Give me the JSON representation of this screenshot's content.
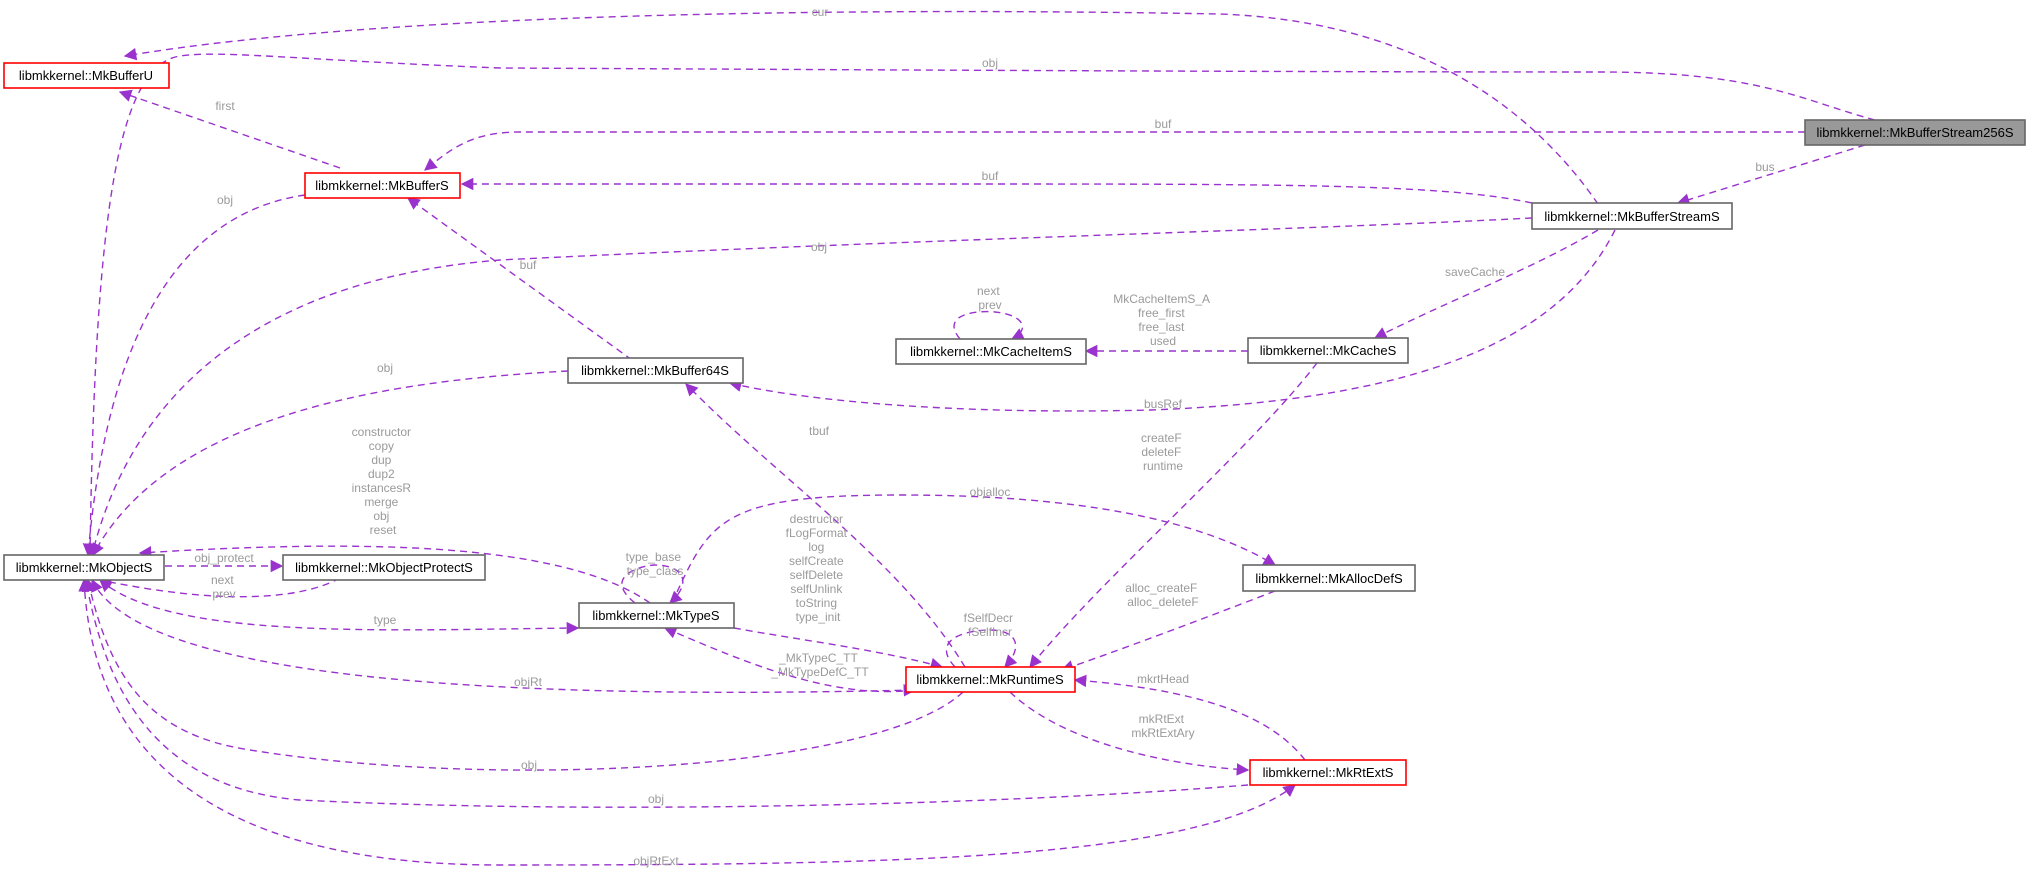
{
  "nodes": {
    "MkBufferU": {
      "label": "libmkkernel::MkBufferU",
      "style": "error"
    },
    "MkBufferS": {
      "label": "libmkkernel::MkBufferS",
      "style": "error"
    },
    "MkObjectS": {
      "label": "libmkkernel::MkObjectS",
      "style": "normal"
    },
    "MkObjectProtectS": {
      "label": "libmkkernel::MkObjectProtectS",
      "style": "normal"
    },
    "MkTypeS": {
      "label": "libmkkernel::MkTypeS",
      "style": "normal"
    },
    "MkBuffer64S": {
      "label": "libmkkernel::MkBuffer64S",
      "style": "normal"
    },
    "MkCacheItemS": {
      "label": "libmkkernel::MkCacheItemS",
      "style": "normal"
    },
    "MkCacheS": {
      "label": "libmkkernel::MkCacheS",
      "style": "normal"
    },
    "MkBufferStreamS": {
      "label": "libmkkernel::MkBufferStreamS",
      "style": "normal"
    },
    "MkBufferStream256S": {
      "label": "libmkkernel::MkBufferStream256S",
      "style": "focus"
    },
    "MkAllocDefS": {
      "label": "libmkkernel::MkAllocDefS",
      "style": "normal"
    },
    "MkRuntimeS": {
      "label": "libmkkernel::MkRuntimeS",
      "style": "error"
    },
    "MkRtExtS": {
      "label": "libmkkernel::MkRtExtS",
      "style": "error"
    }
  },
  "edge_labels": {
    "cur": [
      "cur"
    ],
    "obj_top": [
      "obj"
    ],
    "first": [
      "first"
    ],
    "buf_top": [
      "buf"
    ],
    "bus": [
      "bus"
    ],
    "obj_bufs": [
      "obj"
    ],
    "buf_stream": [
      "buf"
    ],
    "obj_stream": [
      "obj"
    ],
    "buf_64": [
      "buf"
    ],
    "next_prev_cache": [
      "next",
      "prev"
    ],
    "cacheitem_list": [
      "MkCacheItemS_A",
      "free_first",
      "free_last",
      "used"
    ],
    "savecache": [
      "saveCache"
    ],
    "obj_64": [
      "obj"
    ],
    "busref": [
      "busRef"
    ],
    "tbuf": [
      "tbuf"
    ],
    "createF": [
      "createF",
      "deleteF",
      "runtime"
    ],
    "objalloc": [
      "objalloc"
    ],
    "type_funcs": [
      "constructor",
      "copy",
      "dup",
      "dup2",
      "instancesR",
      "merge",
      "obj",
      "reset"
    ],
    "rt_funcs": [
      "destructor",
      "fLogFormat",
      "log",
      "selfCreate",
      "selfDelete",
      "selfUnlink",
      "toString",
      "type_init"
    ],
    "type_base": [
      "type_base",
      "type_class"
    ],
    "obj_protect": [
      "obj_protect"
    ],
    "next_prev_obj": [
      "next",
      "prev"
    ],
    "type": [
      "type"
    ],
    "fSelf": [
      "fSelfDecr",
      "fSelfIncr"
    ],
    "alloc": [
      "alloc_createF",
      "alloc_deleteF"
    ],
    "mktypec": [
      "_MkTypeC_TT",
      "_MkTypeDefC_TT"
    ],
    "objRt": [
      "objRt"
    ],
    "mkrthead": [
      "mkrtHead"
    ],
    "mkrtext": [
      "mkRtExt",
      "mkRtExtAry"
    ],
    "obj_rt": [
      "obj"
    ],
    "obj_rtext": [
      "obj"
    ],
    "objRtExt": [
      "objRtExt"
    ]
  },
  "colors": {
    "edge": "#9a32cd",
    "error_border": "#ff0000",
    "normal_border": "#666666",
    "focus_fill": "#999999",
    "label_text": "#9a9a9a"
  }
}
